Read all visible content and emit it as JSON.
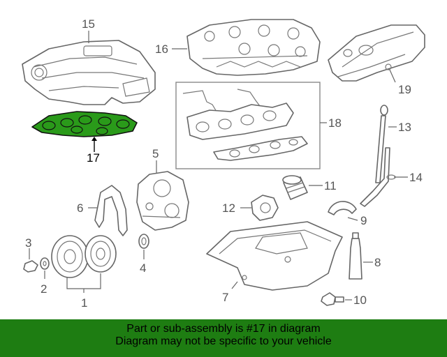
{
  "diagram": {
    "highlight_color": "#2a9a1a",
    "callouts": {
      "c1": "1",
      "c2": "2",
      "c3": "3",
      "c4": "4",
      "c5": "5",
      "c6": "6",
      "c7": "7",
      "c8": "8",
      "c9": "9",
      "c10": "10",
      "c11": "11",
      "c12": "12",
      "c13": "13",
      "c14": "14",
      "c15": "15",
      "c16": "16",
      "c17": "17",
      "c18": "18",
      "c19": "19"
    },
    "highlighted_callout": "17"
  },
  "banner": {
    "line1": "Part or sub-assembly is #17 in diagram",
    "line2": "Diagram may not be specific to your vehicle",
    "background": "#1e7d12"
  }
}
